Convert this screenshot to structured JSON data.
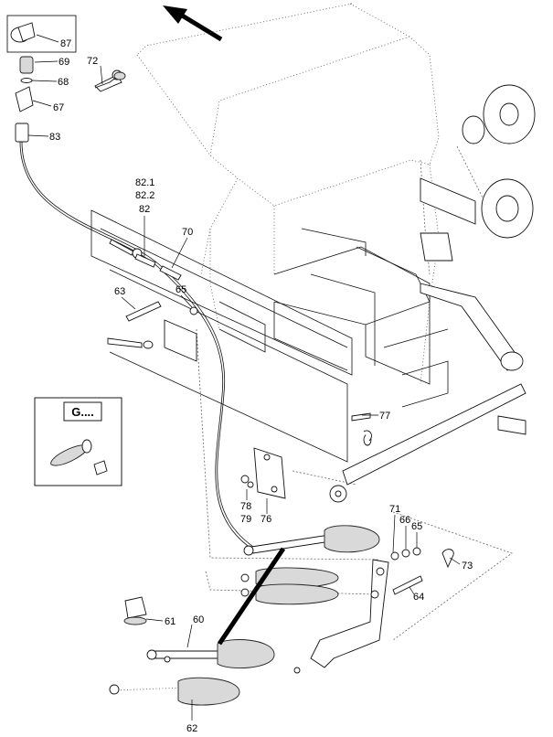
{
  "diagram": {
    "inset_box_label": "G....",
    "callouts": [
      {
        "id": "87",
        "text": "87"
      },
      {
        "id": "69",
        "text": "69"
      },
      {
        "id": "68",
        "text": "68"
      },
      {
        "id": "67",
        "text": "67"
      },
      {
        "id": "83",
        "text": "83"
      },
      {
        "id": "72",
        "text": "72"
      },
      {
        "id": "82.1",
        "text": "82.1"
      },
      {
        "id": "82.2",
        "text": "82.2"
      },
      {
        "id": "82",
        "text": "82"
      },
      {
        "id": "70",
        "text": "70"
      },
      {
        "id": "63",
        "text": "63"
      },
      {
        "id": "65a",
        "text": "65"
      },
      {
        "id": "77",
        "text": "77"
      },
      {
        "id": "78",
        "text": "78"
      },
      {
        "id": "79",
        "text": "79"
      },
      {
        "id": "76",
        "text": "76"
      },
      {
        "id": "71",
        "text": "71"
      },
      {
        "id": "66",
        "text": "66"
      },
      {
        "id": "65b",
        "text": "65"
      },
      {
        "id": "73",
        "text": "73"
      },
      {
        "id": "64",
        "text": "64"
      },
      {
        "id": "61",
        "text": "61"
      },
      {
        "id": "60",
        "text": "60"
      },
      {
        "id": "62",
        "text": "62"
      }
    ]
  }
}
